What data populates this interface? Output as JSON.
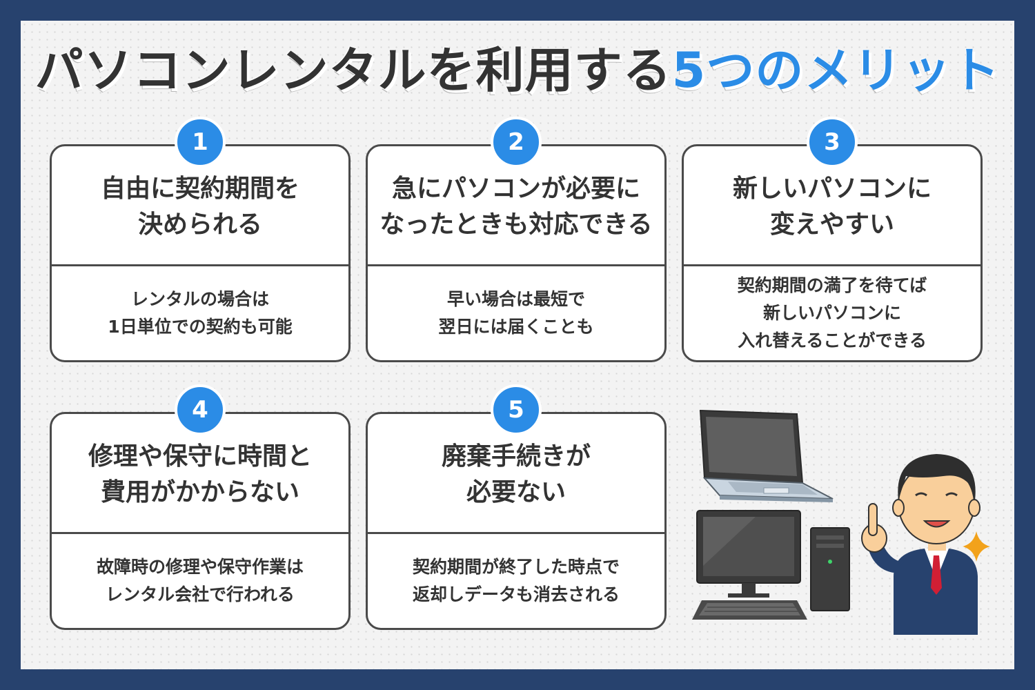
{
  "title": {
    "main": "パソコンレンタルを利用する",
    "accent": "5つのメリット"
  },
  "colors": {
    "frame": "#27426e",
    "accent": "#2b8ce6",
    "text": "#333333"
  },
  "cards": [
    {
      "number": "1",
      "heading": "自由に契約期間を\n決められる",
      "body": "レンタルの場合は\n1日単位での契約も可能"
    },
    {
      "number": "2",
      "heading": "急にパソコンが必要に\nなったときも対応できる",
      "body": "早い場合は最短で\n翌日には届くことも"
    },
    {
      "number": "3",
      "heading": "新しいパソコンに\n変えやすい",
      "body": "契約期間の満了を待てば\n新しいパソコンに\n入れ替えることができる"
    },
    {
      "number": "4",
      "heading": "修理や保守に時間と\n費用がかからない",
      "body": "故障時の修理や保守作業は\nレンタル会社で行われる"
    },
    {
      "number": "5",
      "heading": "廃棄手続きが\n必要ない",
      "body": "契約期間が終了した時点で\n返却しデータも消去される"
    }
  ],
  "illustration": {
    "items": [
      "laptop-icon",
      "desktop-monitor-icon",
      "pc-tower-icon",
      "keyboard-icon",
      "businessman-pointing-icon",
      "sparkle-icon"
    ]
  }
}
